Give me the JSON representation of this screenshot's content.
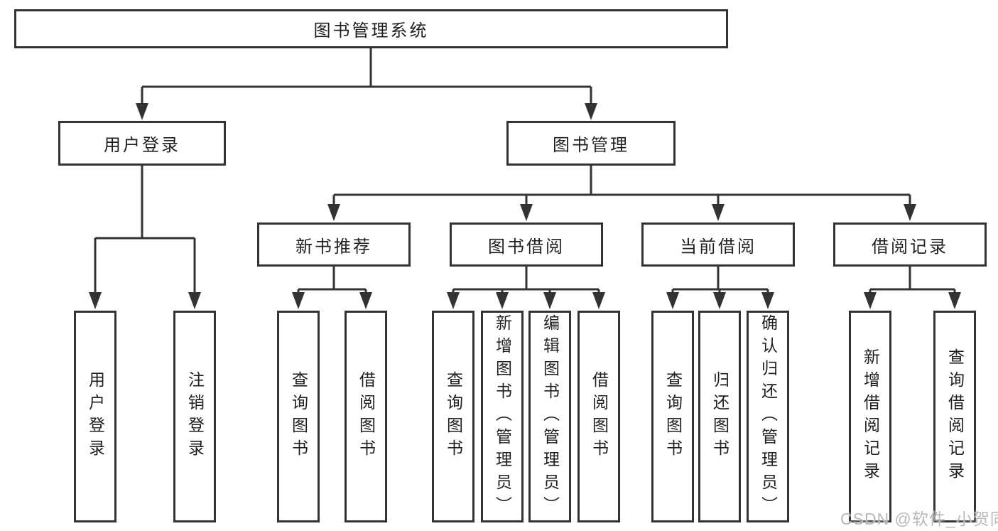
{
  "tree": {
    "label": "图书管理系统",
    "children": [
      {
        "label": "用户登录",
        "children": [
          {
            "label": "用户登录"
          },
          {
            "label": "注销登录"
          }
        ]
      },
      {
        "label": "图书管理",
        "children": [
          {
            "label": "新书推荐",
            "children": [
              {
                "label": "查询图书"
              },
              {
                "label": "借阅图书"
              }
            ]
          },
          {
            "label": "图书借阅",
            "children": [
              {
                "label": "查询图书"
              },
              {
                "label": "新增图书（管理员）"
              },
              {
                "label": "编辑图书（管理员）"
              },
              {
                "label": "借阅图书"
              }
            ]
          },
          {
            "label": "当前借阅",
            "children": [
              {
                "label": "查询图书"
              },
              {
                "label": "归还图书"
              },
              {
                "label": "确认归还（管理员）"
              }
            ]
          },
          {
            "label": "借阅记录",
            "children": [
              {
                "label": "新增借阅记录"
              },
              {
                "label": "查询借阅记录"
              }
            ]
          }
        ]
      }
    ]
  },
  "watermark": {
    "text": "CSDN @软件_小贺同学"
  },
  "colors": {
    "line": "#333333",
    "box_fill": "#ffffff",
    "text": "#1f1f1f",
    "watermark": "#b9b9b9"
  }
}
